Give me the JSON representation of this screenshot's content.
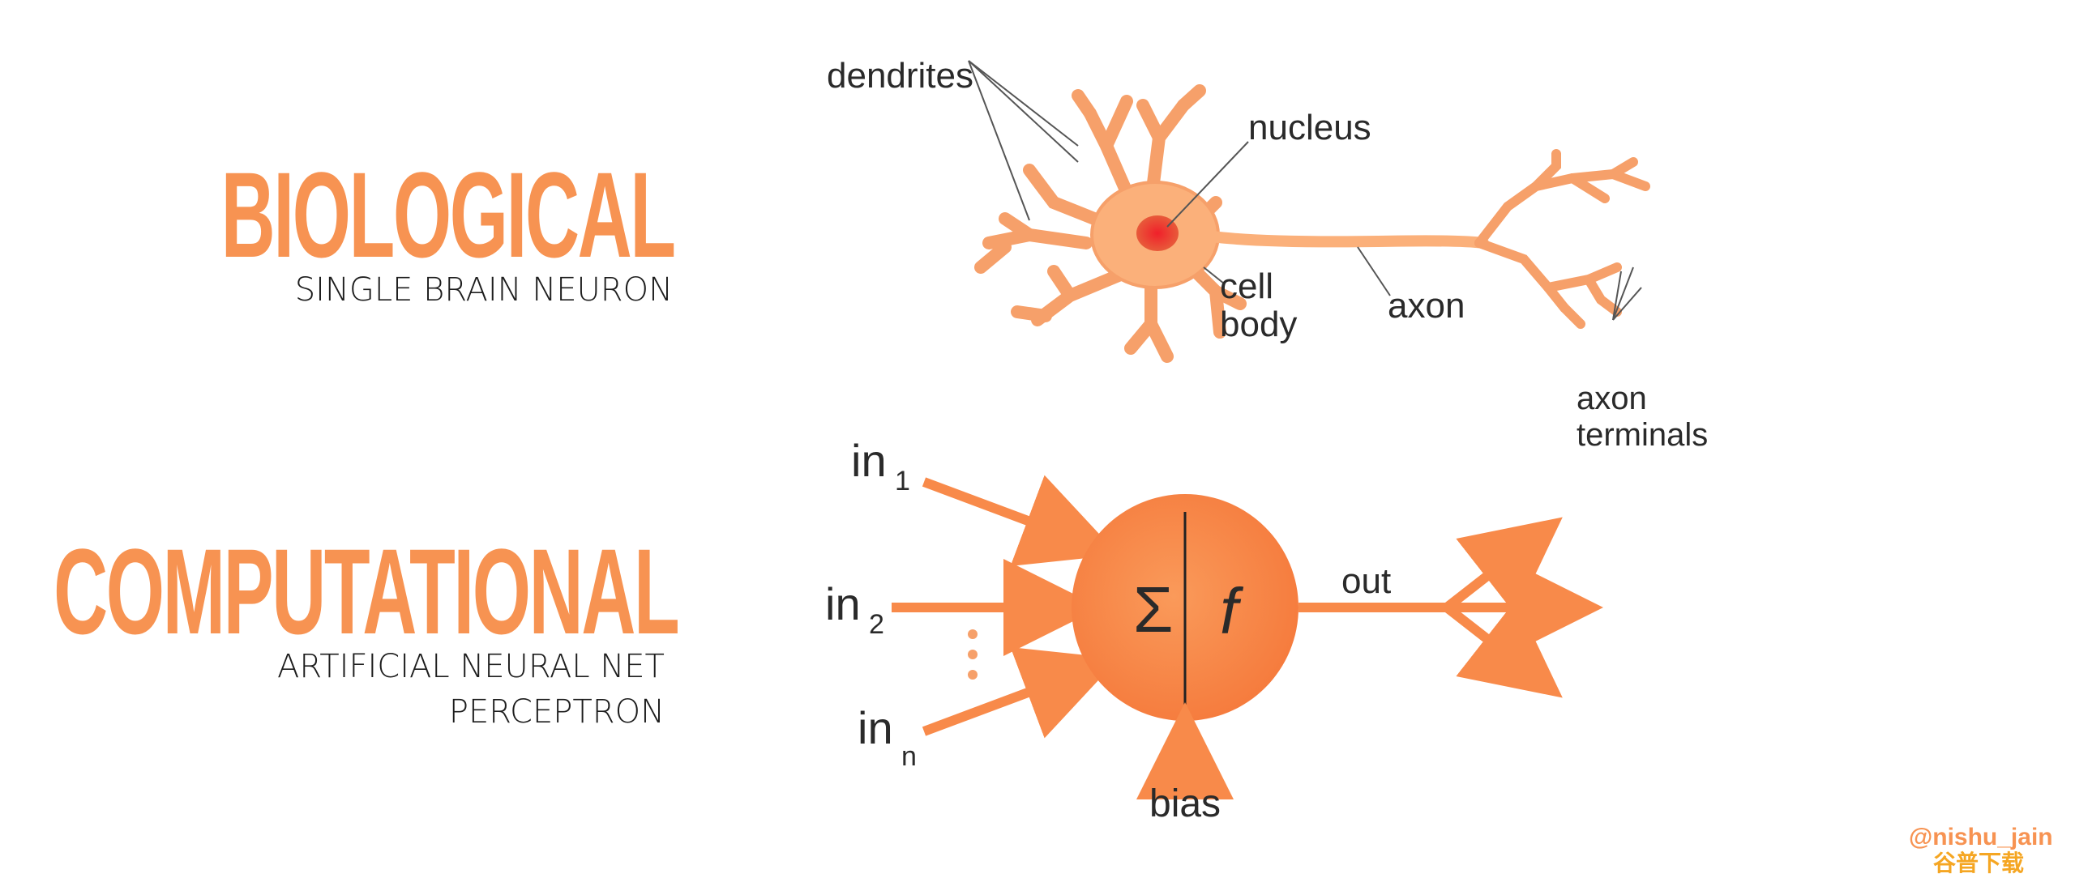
{
  "biological": {
    "title": "BIOLOGICAL",
    "subtitle": "SINGLE BRAIN NEURON"
  },
  "computational": {
    "title": "COMPUTATIONAL",
    "subtitle_line1": "ARTIFICIAL NEURAL NET",
    "subtitle_line2": "PERCEPTRON"
  },
  "neuron_labels": {
    "dendrites": "dendrites",
    "nucleus": "nucleus",
    "cell": "cell",
    "body": "body",
    "axon": "axon",
    "axon_terminals_1": "axon",
    "axon_terminals_2": "terminals"
  },
  "perceptron": {
    "input_1": "in",
    "input_1_sub": "1",
    "input_2": "in",
    "input_2_sub": "2",
    "input_n": "in",
    "input_n_sub": "n",
    "sum_symbol": "Σ",
    "activation_symbol": "f",
    "output_label": "out",
    "bias_label": "bias"
  },
  "credit": "@nishu_jain",
  "watermark": "谷普下载",
  "colors": {
    "accent": "#f79352",
    "neuron_fill": "#fbb07a",
    "nucleus": "#e8302a",
    "perceptron_fill": "#f88a4a"
  }
}
